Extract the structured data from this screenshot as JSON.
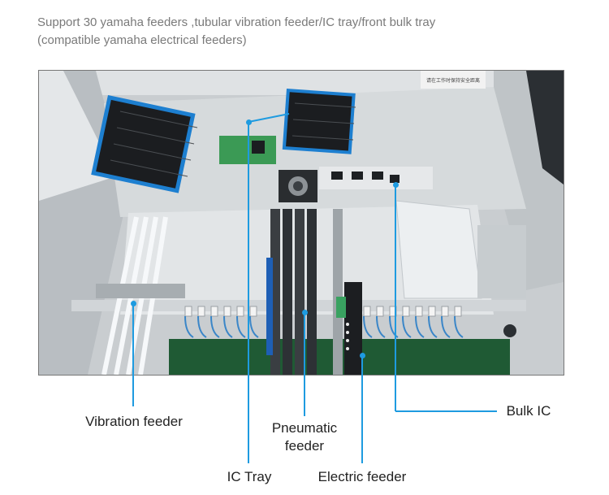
{
  "caption": {
    "line1": "Support 30 yamaha feeders ,tubular vibration feeder/IC tray/front bulk tray",
    "line2": "(compatible yamaha electrical feeders)"
  },
  "photo": {
    "description": "pick-and-place machine with feeders",
    "sign_text": "请在工作时保持安全距离"
  },
  "callouts": {
    "vibration_feeder": "Vibration feeder",
    "pneumatic_feeder_line1": "Pneumatic",
    "pneumatic_feeder_line2": "feeder",
    "ic_tray": "IC Tray",
    "electric_feeder": "Electric feeder",
    "bulk_ic": "Bulk IC"
  },
  "colors": {
    "leader_line": "#1e9be0",
    "text": "#222222",
    "caption": "#7a7a7a"
  }
}
